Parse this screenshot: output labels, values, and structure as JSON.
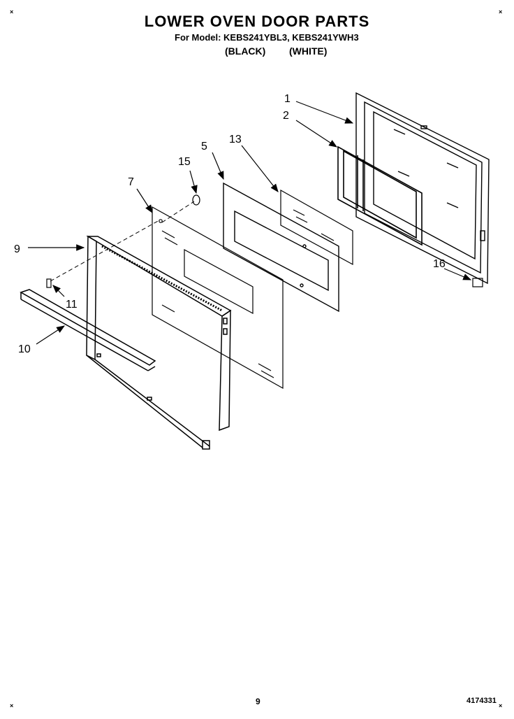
{
  "header": {
    "title": "LOWER OVEN DOOR PARTS",
    "subtitle": "For Model: KEBS241YBL3, KEBS241YWH3",
    "color_left": "(BLACK)",
    "color_right": "(WHITE)"
  },
  "callouts": {
    "c1": "1",
    "c2": "2",
    "c5": "5",
    "c7": "7",
    "c9": "9",
    "c10": "10",
    "c11": "11",
    "c13": "13",
    "c15": "15",
    "c16": "16"
  },
  "footer": {
    "page_number": "9",
    "doc_number": "4174331"
  },
  "corner_marks": {
    "mark": "×"
  }
}
